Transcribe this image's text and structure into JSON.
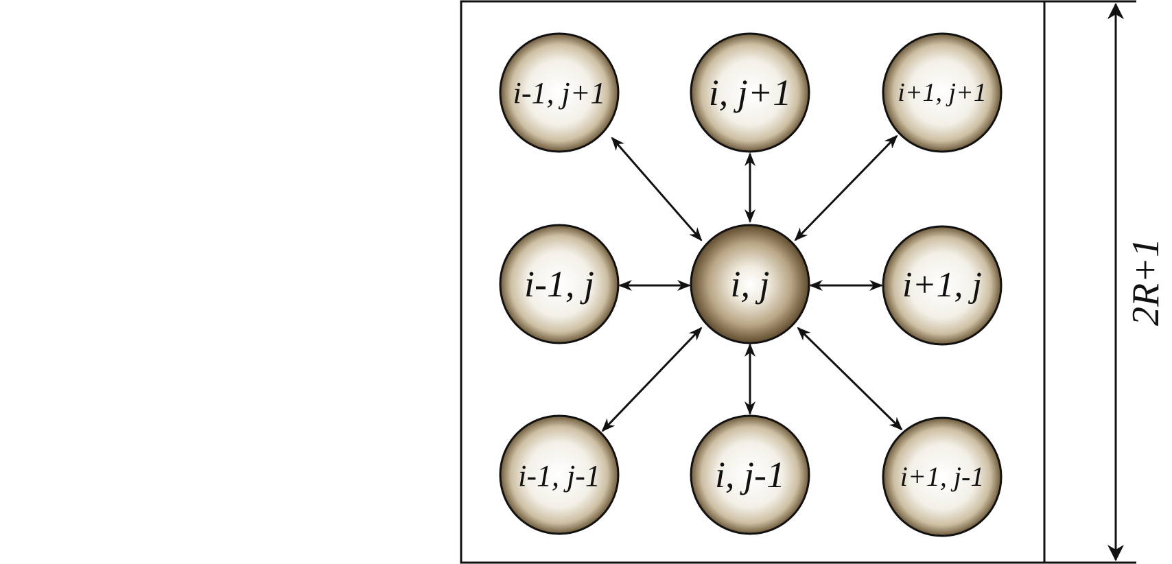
{
  "nodes": {
    "top_left": "i-1, j+1",
    "top_center": "i, j+1",
    "top_right": "i+1, j+1",
    "middle_left": "i-1, j",
    "center": "i, j",
    "middle_right": "i+1, j",
    "bottom_left": "i-1, j-1",
    "bottom_center": "i, j-1",
    "bottom_right": "i+1, j-1"
  },
  "dimension": {
    "label": "2R+1"
  },
  "colors": {
    "outline": "#111111",
    "node_fill_light": "#ffffff",
    "node_fill_dark": "#6e5a3a",
    "center_fill_dark": "#5e4a2c"
  }
}
